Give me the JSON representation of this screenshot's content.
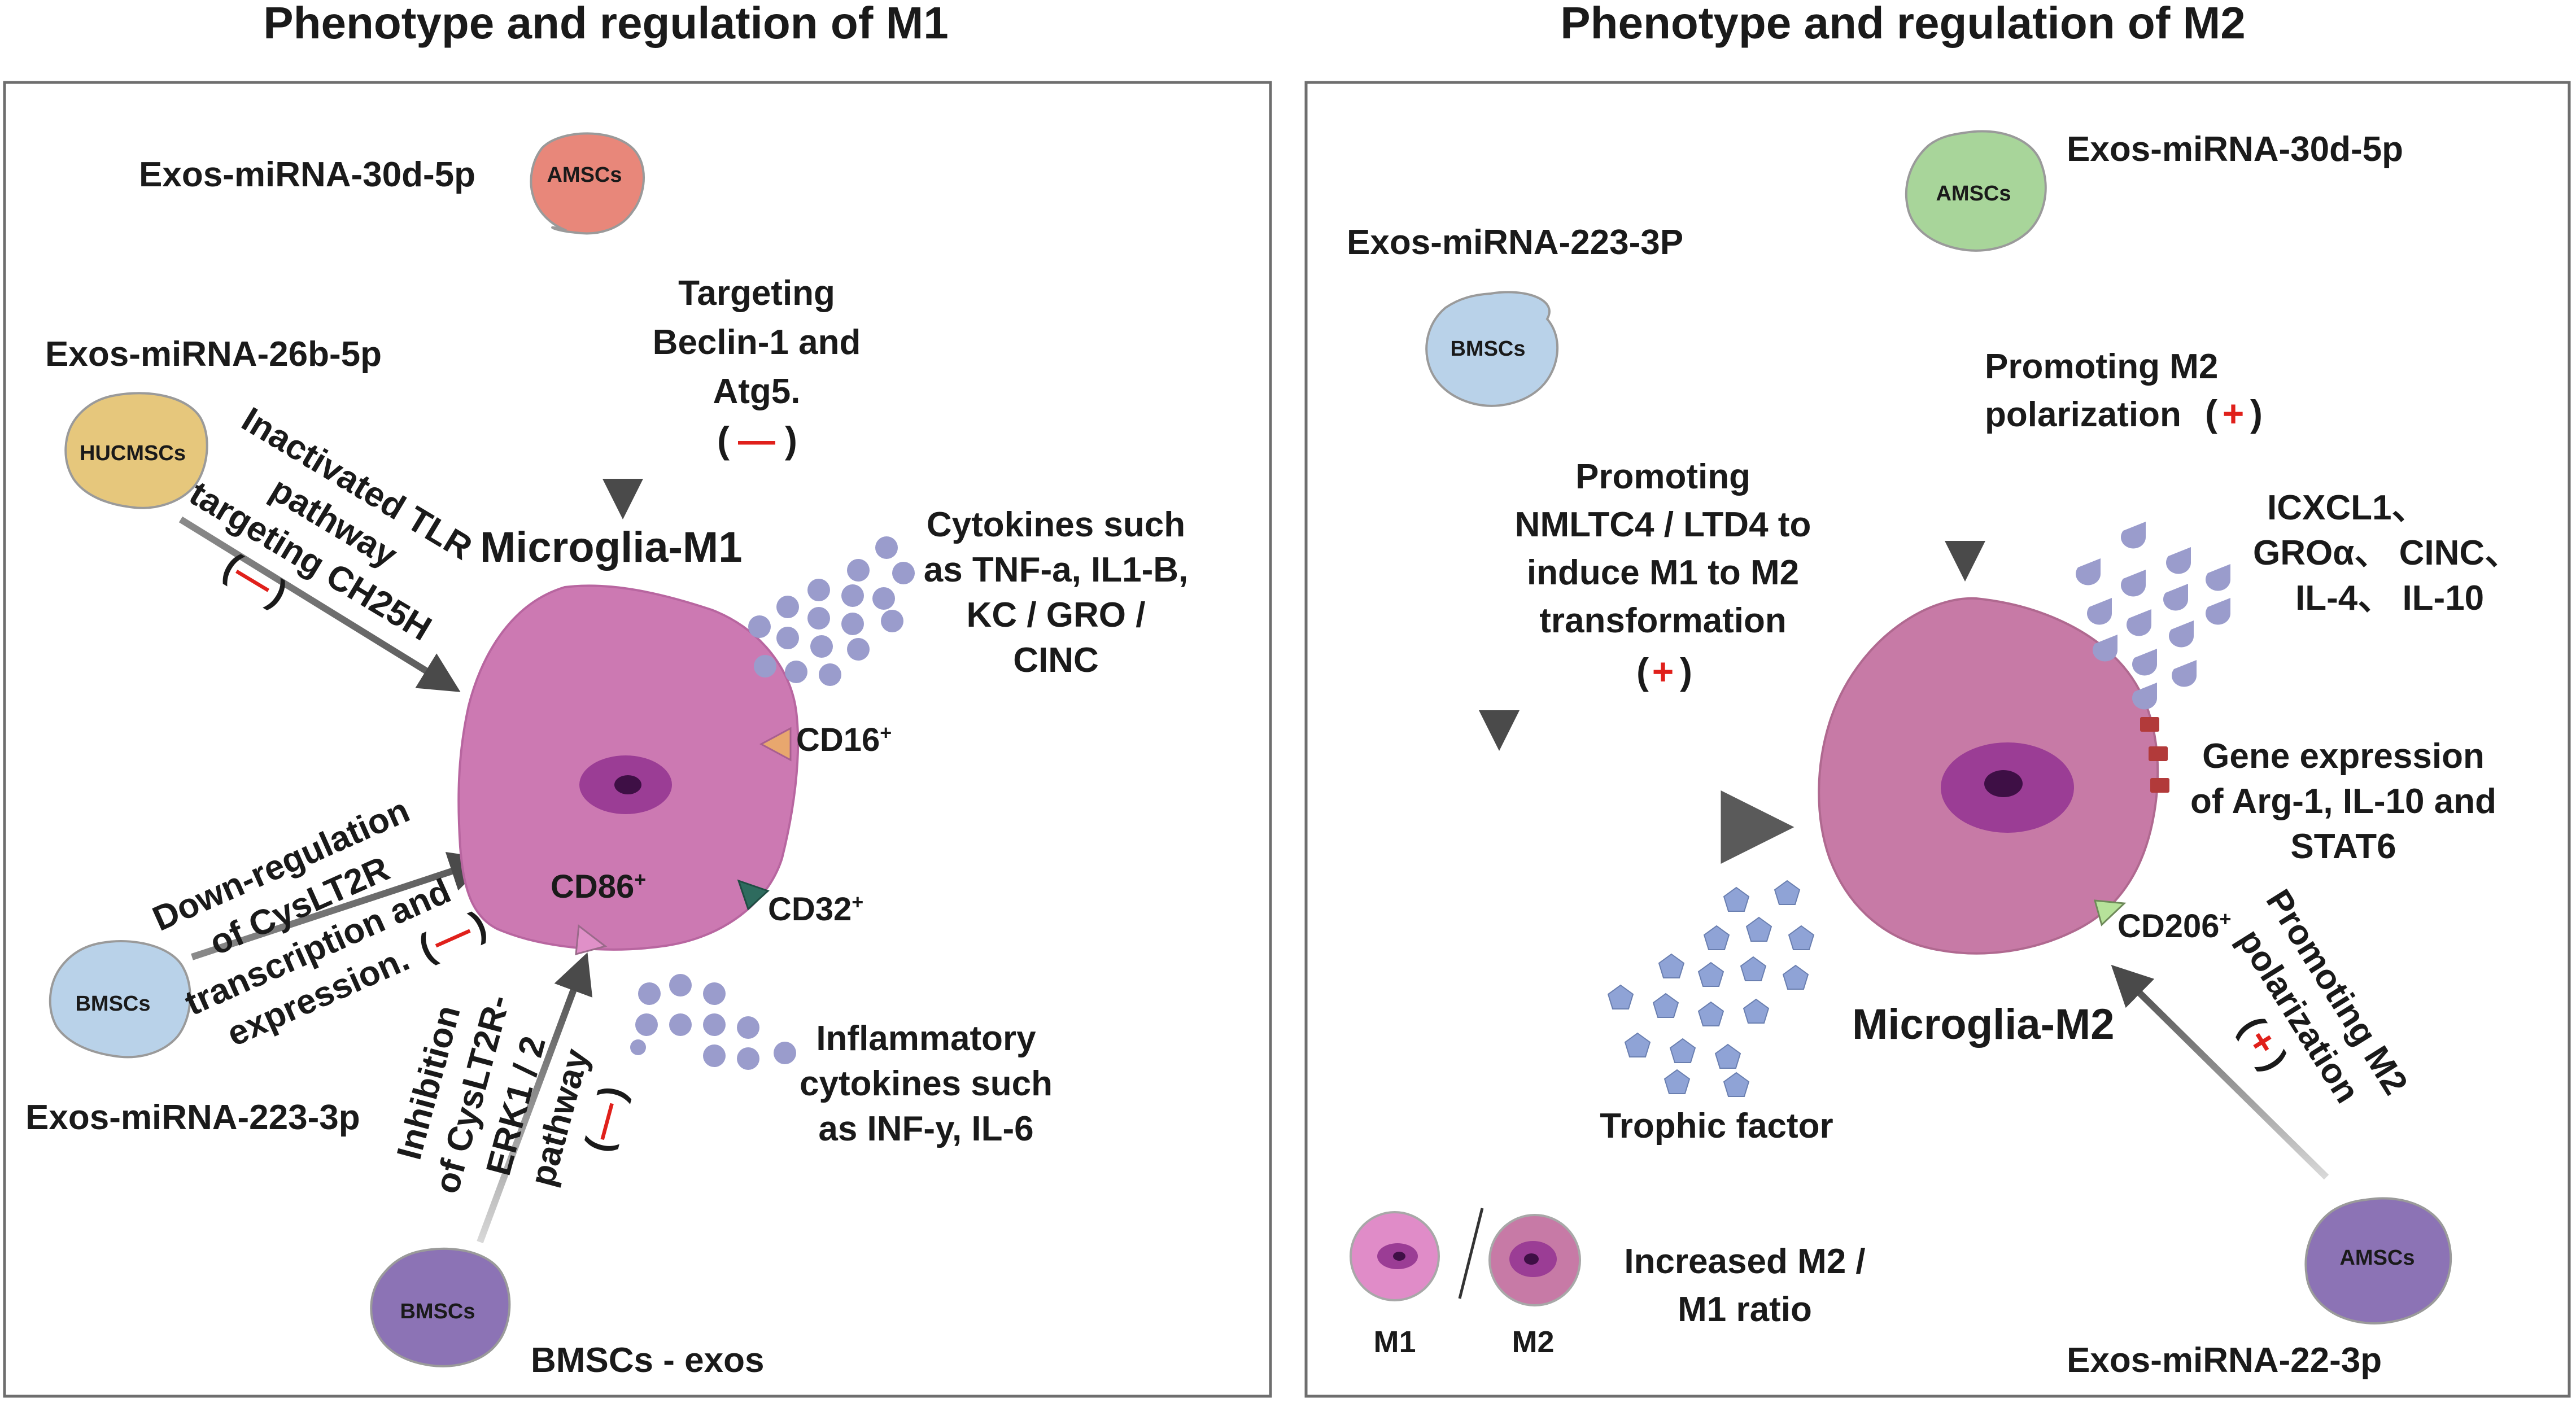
{
  "panel_m1": {
    "title": "Phenotype and regulation of M1",
    "cell_label": "Microglia-M1",
    "amscs_source": {
      "name": "AMSCs",
      "exo": "Exos-miRNA-30d-5p",
      "effect": [
        "Targeting",
        "Beclin-1 and",
        "Atg5."
      ],
      "sign": "—"
    },
    "hucmscs_source": {
      "name": "HUCMSCs",
      "exo": "Exos-miRNA-26b-5p",
      "effect": [
        "Inactivated TLR",
        "pathway",
        "targeting CH25H"
      ],
      "sign": "—"
    },
    "bmscs_left_source": {
      "name": "BMSCs",
      "exo": "Exos-miRNA-223-3p",
      "effect": [
        "Down-regulation",
        "of CysLT2R",
        "transcription and",
        "expression."
      ],
      "sign": "—"
    },
    "bmscs_bottom_source": {
      "name": "BMSCs",
      "exo": "BMSCs - exos",
      "effect": [
        "Inhibition",
        "of CysLT2R-",
        "ERK1 / 2",
        "pathway"
      ],
      "sign": "—"
    },
    "markers": {
      "cd16": "CD16",
      "cd32": "CD32",
      "cd86": "CD86",
      "superscript": "+"
    },
    "cytokines_top": [
      "Cytokines such",
      "as TNF-a, IL1-B,",
      "KC / GRO /",
      "CINC"
    ],
    "cytokines_bottom": [
      "Inflammatory",
      "cytokines such",
      "as INF-y, IL-6"
    ]
  },
  "panel_m2": {
    "title": "Phenotype and regulation of M2",
    "cell_label": "Microglia-M2",
    "amscs_top_source": {
      "name": "AMSCs",
      "exo": "Exos-miRNA-30d-5p",
      "effect": [
        "Promoting M2",
        "polarization"
      ],
      "sign": "+"
    },
    "bmscs_source": {
      "name": "BMSCs",
      "exo": "Exos-miRNA-223-3P",
      "effect": [
        "Promoting",
        "NMLTC4 / LTD4 to",
        "induce M1 to M2",
        "transformation"
      ],
      "sign": "+"
    },
    "amscs_bottom_source": {
      "name": "AMSCs",
      "exo": "Exos-miRNA-22-3p",
      "effect": [
        "Promoting M2",
        "polarization"
      ],
      "sign": "+"
    },
    "markers": {
      "cd206": "CD206",
      "superscript": "+"
    },
    "cytokines": [
      "ICXCL1、",
      "GROα、 CINC、",
      "IL-4、 IL-10"
    ],
    "gene_expression": [
      "Gene expression",
      "of Arg-1, IL-10 and",
      "STAT6"
    ],
    "trophic_factor": "Trophic factor",
    "ratio": {
      "m1_label": "M1",
      "m2_label": "M2",
      "text": [
        "Increased M2 /",
        "M1 ratio"
      ]
    }
  },
  "colors": {
    "m1_cell": "#cc79b2",
    "m2_cell": "#c77aa6",
    "nucleus": "#9b3d95",
    "amscs_m1": "#e8877a",
    "amscs_m2": "#a8d59a",
    "hucmscs": "#e6c77c",
    "bmscs": "#b9d2e9",
    "bmscs_exos": "#8c73b5",
    "amscs_m2_bottom": "#8c73b5",
    "cytokine_dot": "#9a9ccc",
    "trophic": "#8fa3d6",
    "gene_block": "#b23a3a",
    "sign_red": "#e0201b"
  }
}
